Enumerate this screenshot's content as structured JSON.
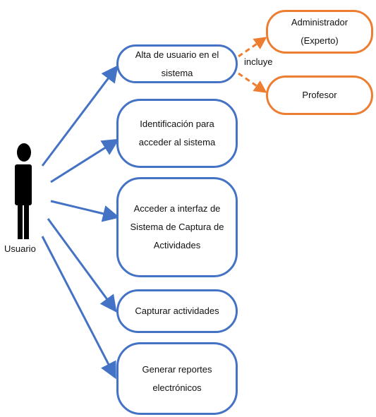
{
  "actor": {
    "label": "Usuario"
  },
  "use_cases": [
    {
      "label": "Alta de usuario en el sistema"
    },
    {
      "label": "Identificación para acceder al sistema"
    },
    {
      "label": "Acceder a interfaz de Sistema de Captura de Actividades"
    },
    {
      "label": "Capturar actividades"
    },
    {
      "label": "Generar reportes electrónicos"
    }
  ],
  "include_label": "incluye",
  "roles": [
    {
      "label": "Administrador (Experto)"
    },
    {
      "label": "Profesor"
    }
  ],
  "colors": {
    "use_case": "#4472c4",
    "role": "#ed7d31",
    "actor": "#000000"
  }
}
